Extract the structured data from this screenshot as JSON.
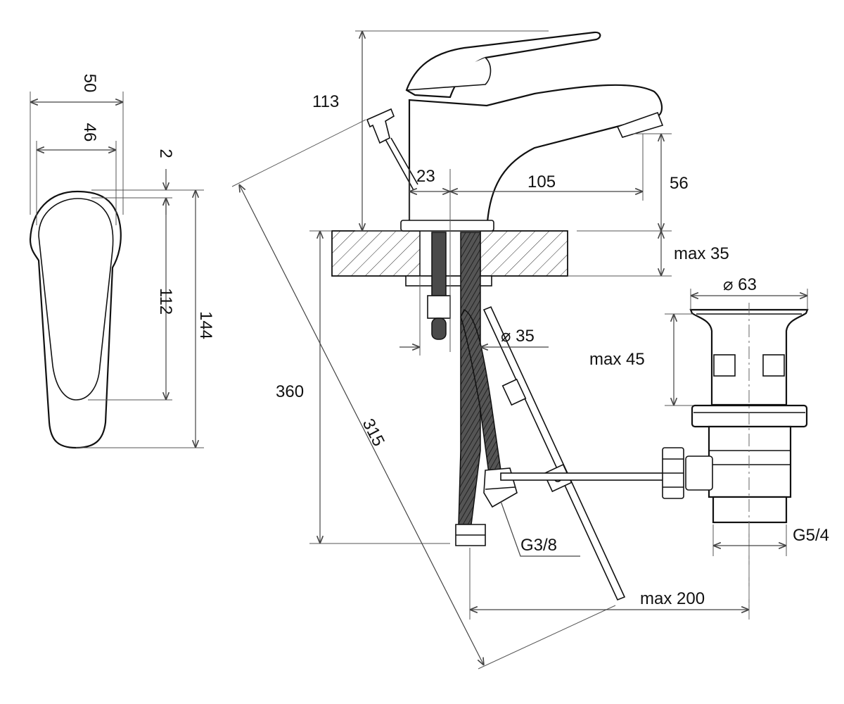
{
  "dimensions": {
    "handle_width_outer": "50",
    "handle_width_inner": "46",
    "handle_gap": "2",
    "handle_inner_height": "112",
    "handle_total_height": "144",
    "faucet_height": "113",
    "base_offset": "23",
    "spout_reach": "105",
    "spout_height": "56",
    "counter_thickness": "max 35",
    "hole_diameter": "⌀ 35",
    "hose_length": "360",
    "rod_length": "315",
    "thread_hose": "G3/8",
    "drain_diameter": "⌀ 63",
    "drain_stem": "max 45",
    "drain_thread": "G5/4",
    "rod_reach": "max 200"
  },
  "colors": {
    "line": "#111111",
    "dimension": "#444444",
    "hose": "#4a4a4a",
    "background": "#ffffff"
  },
  "icons": {
    "handle_view": "lever-handle-front-view",
    "faucet_view": "basin-mixer-side-view",
    "drain_view": "pop-up-waste-view"
  }
}
